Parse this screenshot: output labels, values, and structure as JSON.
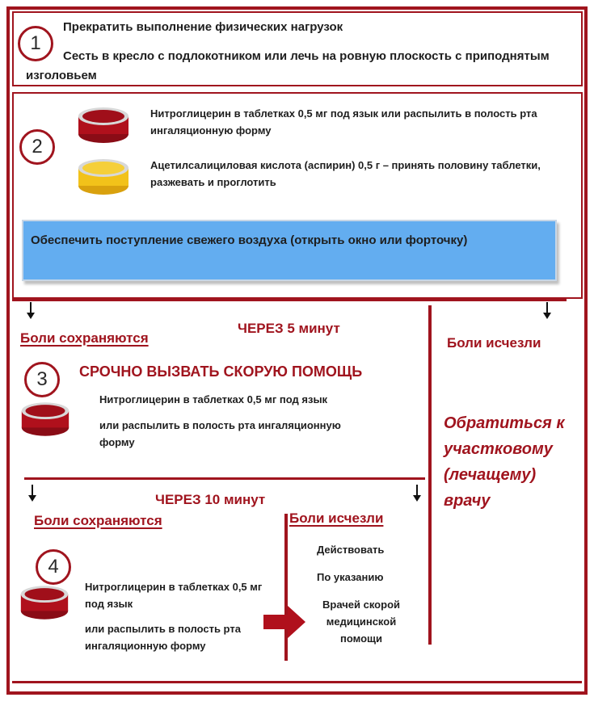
{
  "step1": {
    "number": "1",
    "line1": "Прекратить выполнение физических нагрузок",
    "line2": "Сесть в кресло с подлокотником или лечь на ровную плоскость с приподнятым изголовьем"
  },
  "step2": {
    "number": "2",
    "drug1": "Нитроглицерин в таблетках 0,5 мг под язык или распылить в полость рта ингаляционную форму",
    "drug2": "Ацетилсалициловая кислота (аспирин) 0,5 г – принять половину таблетки, разжевать и проглотить",
    "air": "Обеспечить поступление свежего воздуха (открыть окно или форточку)"
  },
  "after5": {
    "label": "ЧЕРЕЗ 5 минут",
    "pain_persists": "Боли сохраняются",
    "pain_gone": "Боли исчезли",
    "see_doctor": "Обратиться к участковому (лечащему) врачу"
  },
  "step3": {
    "number": "3",
    "title": "СРОЧНО ВЫЗВАТЬ СКОРУЮ ПОМОЩЬ",
    "line1": "Нитроглицерин в таблетках 0,5 мг под язык",
    "line2": "или распылить в полость рта ингаляционную форму"
  },
  "after10": {
    "label": "ЧЕРЕЗ 10 минут",
    "pain_persists": "Боли сохраняются",
    "pain_gone": "Боли исчезли"
  },
  "step4": {
    "number": "4",
    "line1": "Нитроглицерин в таблетках 0,5 мг под язык",
    "line2": "или распылить в полость рта ингаляционную форму",
    "act1": "Действовать",
    "act2": "По указанию",
    "act3": "Врачей скорой медицинской помощи"
  },
  "colors": {
    "accent": "#a0141e",
    "blue_box": "#63adf0",
    "pill_red": "#b0101c",
    "pill_yellow": "#f2c21a"
  },
  "icons": [
    "red-pill-icon",
    "yellow-pill-icon",
    "right-arrow-icon",
    "down-arrow-icon"
  ]
}
